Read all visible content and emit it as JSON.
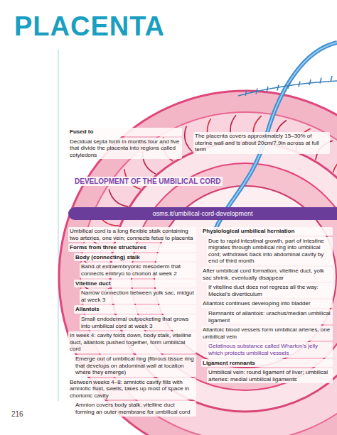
{
  "diagram": {
    "title": "PLACENTA",
    "nodes": [
      {
        "text": [
          "DEVELOPMENT OF THE UMBILICAL CORD",
          "osms.it/umbilical-cord-development"
        ]
      }
    ],
    "labels": [
      "Fused to",
      "Decidual septa form in months four and five that divide the placenta into regions called cotyledons",
      "The placenta covers approximately 15–30% of uterine wall and is about 20cm/7.9in across at full term",
      "Umbilical cord is a long flexible stalk containing two arteries, one vein; connects fetus to placenta",
      "Forms from three structures",
      "Body (connecting) stalk",
      "Band of extraembryonic mesoderm that connects embryo to chorion at week 2",
      "Vitelline duct",
      "Narrow connection between yolk sac, midgut at week 3",
      "Allantois",
      "Small endodermal outpocketing that grows into umbilical cord at week 3",
      "In week 4: cavity folds down, body stalk, vitelline duct, allantois pushed together, form umbilical cord",
      "Emerge out of umbilical ring (fibrous tissue ring that develops on abdominal wall at location where they emerge)",
      "Between weeks 4–8: amniotic cavity fills with amniotic fluid, swells, takes up most of space in chorionic cavity",
      "Amnion covers body stalk, vitelline duct forming an outer membrane for umbilical cord",
      "Physiological umbilical herniation",
      "Due to rapid intestinal growth, part of intestine migrates through umbilical ring into umbilical cord; withdraws back into abdominal cavity by end of third month",
      "After umbilical cord formation, vitelline duct, yolk sac shrink, eventually disappear",
      "If vitelline duct does not regress all the way: Meckel's diverticulum",
      "Allantois continues developing into bladder",
      "Remnants of allantois: urachus/median umbilical ligament",
      "Allantoic blood vessels form umbilical arteries, one umbilical vein",
      "Gelatinous substance called Wharton's jelly which protects umbilical vessels",
      "Ligament remnants",
      "Umbilical vein: round ligament of liver; umbilical arteries: medial umbilical ligaments",
      "216"
    ]
  }
}
